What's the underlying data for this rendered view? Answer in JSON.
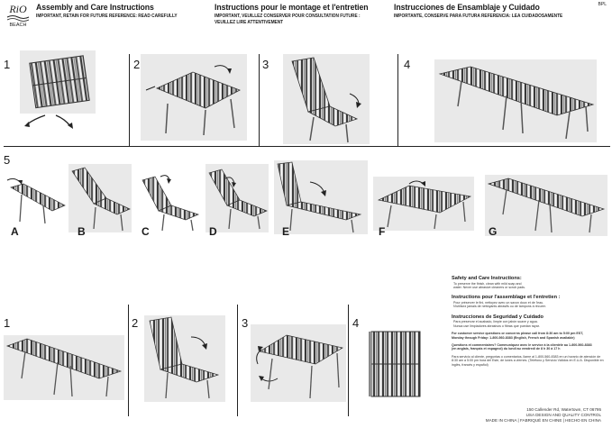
{
  "brand": {
    "logo_text_top": "RiO",
    "logo_text_bottom": "BEACH"
  },
  "headers": {
    "en": {
      "title": "Assembly and Care Instructions",
      "sub1": "IMPORTANT, RETAIN FOR FUTURE REFERENCE: READ CAREFULLY"
    },
    "fr": {
      "title": "Instructions pour le montage et l'entretien",
      "sub1": "IMPORTANT, VEUILLEZ CONSERVER POUR CONSULTATION FUTURE :",
      "sub2": "VEUILLEZ LIRE ATTENTIVEMENT"
    },
    "es": {
      "title": "Instrucciones de Ensamblaje y Cuidado",
      "sub1": "IMPORTANTE, CONSERVE PARA FUTURA REFERENCIA: LEA CUIDADOSAMENTE"
    }
  },
  "code": "BPL",
  "steps_top": [
    "1",
    "2",
    "3",
    "4"
  ],
  "step5": "5",
  "letters": [
    "A",
    "B",
    "C",
    "D",
    "E",
    "F",
    "G"
  ],
  "steps_bottom": [
    "1",
    "2",
    "3",
    "4"
  ],
  "care": {
    "en_head": "Safety and Care Instructions:",
    "en_1": "To preserve the finish, clean with mild soap and",
    "en_2": "water. Never use abrasive cleaners or scrub pads.",
    "fr_head": "Instructions pour l'assemblage et l'entretien :",
    "fr_1": "Pour préserver le fini, nettoyez avec un savon doux et de l'eau.",
    "fr_2": "N'utilisez jamais de nettoyants abrasifs ou de tampons à récurer.",
    "es_head": "Instrucciones de Seguridad y Cuidado",
    "es_1": "Para preservar el acabado, limpie con jabón suave y agua.",
    "es_2": "Nunca use limpiadores abrasivos o fibras que puedan rayar.",
    "cs_1": "For customer service questions or concerns please call from 8:30 am to 5:00 pm EST,",
    "cs_2": "Monday through Friday: 1-800-560-8383 (English, French and Spanish available)",
    "cs_3": "Questions et commentaires? Communiquez avec le service à la clientèle au 1-800-560-8383",
    "cs_4": "(en anglais, français et espagnol) du lundi au vendredi de 8 h 30 à 17 h",
    "cs_5": "Para servicio al cliente, preguntas o comentarios, llame al 1-800-560-8383 en un horario de atención de",
    "cs_6": "8:30 am a 5:00 pm hora del Este, de lunes a viernes. (Teléfono y Servicio Válidos en E.U.A. Disponible en",
    "cs_7": "inglés, francés y español)"
  },
  "footer": {
    "line1": "150 Callender Rd, Watertown, CT 06795",
    "line2": "USA DESIGN AND QUALITY CONTROL",
    "line3": "MADE IN CHINA | FABRIQUÉ EN CHINE | HECHO EN CHINA"
  }
}
